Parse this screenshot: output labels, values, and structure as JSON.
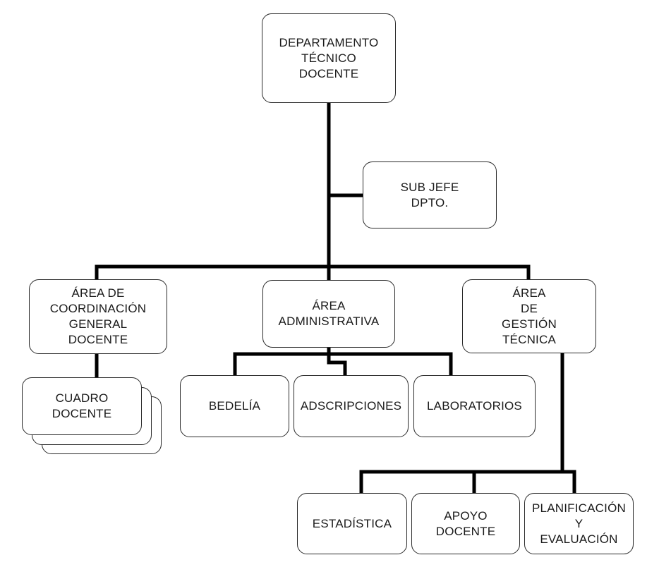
{
  "diagram": {
    "type": "org-chart",
    "root": {
      "id": "dept",
      "label": "DEPARTAMENTO\nTÉCNICO\nDOCENTE"
    },
    "assistant": {
      "id": "subjefe",
      "label": "SUB JEFE\nDPTO."
    },
    "areas": [
      {
        "id": "coord",
        "label": "ÁREA DE\nCOORDINACIÓN\nGENERAL\nDOCENTE"
      },
      {
        "id": "admin",
        "label": "ÁREA\nADMINISTRATIVA"
      },
      {
        "id": "gestion",
        "label": "ÁREA\nDE\nGESTIÓN\nTÉCNICA"
      }
    ],
    "coord_children": [
      {
        "id": "cuadro",
        "label": "CUADRO\nDOCENTE",
        "stacked": true
      }
    ],
    "admin_children": [
      {
        "id": "bedelia",
        "label": "BEDELÍA"
      },
      {
        "id": "adscripciones",
        "label": "ADSCRIPCIONES"
      },
      {
        "id": "laboratorios",
        "label": "LABORATORIOS"
      }
    ],
    "gestion_children": [
      {
        "id": "estadistica",
        "label": "ESTADÍSTICA"
      },
      {
        "id": "apoyo",
        "label": "APOYO\nDOCENTE"
      },
      {
        "id": "planificacion",
        "label": "PLANIFICACIÓN\nY\nEVALUACIÓN"
      }
    ],
    "colors": {
      "line": "#000000",
      "border": "#2a2a2a",
      "text": "#1a1a1a",
      "background": "#ffffff"
    }
  }
}
